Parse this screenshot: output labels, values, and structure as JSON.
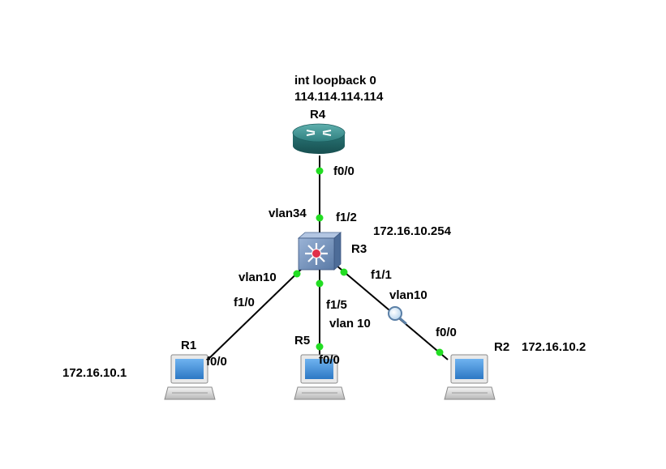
{
  "colors": {
    "link": "#000000",
    "port_dot": "#22dd22",
    "router_top": "#3f8f8f",
    "router_body": "#1f6c6c",
    "switch_face": "#6f8fb8",
    "switch_accent": "#e0304a",
    "pc_screen": "#3f8ed8"
  },
  "nodes": {
    "r4": {
      "name": "R4",
      "icon": "router-icon",
      "note_line1": "int loopback 0",
      "note_line2": "114.114.114.114"
    },
    "r3": {
      "name": "R3",
      "icon": "multilayer-switch-icon",
      "ip": "172.16.10.254"
    },
    "r1": {
      "name": "R1",
      "icon": "pc-icon",
      "ip": "172.16.10.1"
    },
    "r5": {
      "name": "R5",
      "icon": "pc-icon"
    },
    "r2": {
      "name": "R2",
      "icon": "pc-icon",
      "ip": "172.16.10.2"
    }
  },
  "links": {
    "r4_r3": {
      "port_a": "f0/0",
      "port_b": "f1/2",
      "vlan": "vlan34"
    },
    "r3_r1": {
      "port_a": "f1/0",
      "port_b": "f0/0",
      "vlan": "vlan10"
    },
    "r3_r5": {
      "port_a": "f1/5",
      "port_b": "f0/0",
      "vlan": "vlan 10"
    },
    "r3_r2": {
      "port_a": "f1/1",
      "port_b": "f0/0",
      "vlan": "vlan10",
      "capture_icon": "magnifier-capture-icon"
    }
  }
}
